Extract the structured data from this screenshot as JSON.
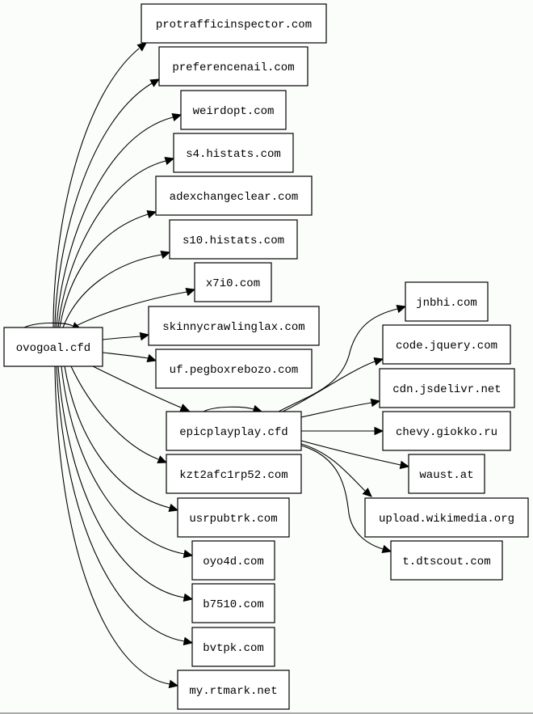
{
  "graph": {
    "root": "ovogoal.cfd",
    "nodes": [
      {
        "id": "ovogoal.cfd",
        "label": "ovogoal.cfd"
      },
      {
        "id": "protrafficinspector.com",
        "label": "protrafficinspector.com"
      },
      {
        "id": "preferencenail.com",
        "label": "preferencenail.com"
      },
      {
        "id": "weirdopt.com",
        "label": "weirdopt.com"
      },
      {
        "id": "s4.histats.com",
        "label": "s4.histats.com"
      },
      {
        "id": "adexchangeclear.com",
        "label": "adexchangeclear.com"
      },
      {
        "id": "s10.histats.com",
        "label": "s10.histats.com"
      },
      {
        "id": "x7i0.com",
        "label": "x7i0.com"
      },
      {
        "id": "skinnycrawlinglax.com",
        "label": "skinnycrawlinglax.com"
      },
      {
        "id": "uf.pegboxrebozo.com",
        "label": "uf.pegboxrebozo.com"
      },
      {
        "id": "epicplayplay.cfd",
        "label": "epicplayplay.cfd"
      },
      {
        "id": "kzt2afc1rp52.com",
        "label": "kzt2afc1rp52.com"
      },
      {
        "id": "usrpubtrk.com",
        "label": "usrpubtrk.com"
      },
      {
        "id": "oyo4d.com",
        "label": "oyo4d.com"
      },
      {
        "id": "b7510.com",
        "label": "b7510.com"
      },
      {
        "id": "bvtpk.com",
        "label": "bvtpk.com"
      },
      {
        "id": "my.rtmark.net",
        "label": "my.rtmark.net"
      },
      {
        "id": "jnbhi.com",
        "label": "jnbhi.com"
      },
      {
        "id": "code.jquery.com",
        "label": "code.jquery.com"
      },
      {
        "id": "cdn.jsdelivr.net",
        "label": "cdn.jsdelivr.net"
      },
      {
        "id": "chevy.giokko.ru",
        "label": "chevy.giokko.ru"
      },
      {
        "id": "waust.at",
        "label": "waust.at"
      },
      {
        "id": "upload.wikimedia.org",
        "label": "upload.wikimedia.org"
      },
      {
        "id": "t.dtscout.com",
        "label": "t.dtscout.com"
      }
    ],
    "edges": [
      {
        "from": "ovogoal.cfd",
        "to": "ovogoal.cfd"
      },
      {
        "from": "ovogoal.cfd",
        "to": "protrafficinspector.com"
      },
      {
        "from": "ovogoal.cfd",
        "to": "preferencenail.com"
      },
      {
        "from": "ovogoal.cfd",
        "to": "weirdopt.com"
      },
      {
        "from": "ovogoal.cfd",
        "to": "s4.histats.com"
      },
      {
        "from": "ovogoal.cfd",
        "to": "adexchangeclear.com"
      },
      {
        "from": "ovogoal.cfd",
        "to": "s10.histats.com"
      },
      {
        "from": "ovogoal.cfd",
        "to": "x7i0.com"
      },
      {
        "from": "ovogoal.cfd",
        "to": "skinnycrawlinglax.com"
      },
      {
        "from": "ovogoal.cfd",
        "to": "uf.pegboxrebozo.com"
      },
      {
        "from": "ovogoal.cfd",
        "to": "epicplayplay.cfd"
      },
      {
        "from": "ovogoal.cfd",
        "to": "kzt2afc1rp52.com"
      },
      {
        "from": "ovogoal.cfd",
        "to": "usrpubtrk.com"
      },
      {
        "from": "ovogoal.cfd",
        "to": "oyo4d.com"
      },
      {
        "from": "ovogoal.cfd",
        "to": "b7510.com"
      },
      {
        "from": "ovogoal.cfd",
        "to": "bvtpk.com"
      },
      {
        "from": "ovogoal.cfd",
        "to": "my.rtmark.net"
      },
      {
        "from": "epicplayplay.cfd",
        "to": "epicplayplay.cfd"
      },
      {
        "from": "epicplayplay.cfd",
        "to": "jnbhi.com"
      },
      {
        "from": "epicplayplay.cfd",
        "to": "code.jquery.com"
      },
      {
        "from": "epicplayplay.cfd",
        "to": "cdn.jsdelivr.net"
      },
      {
        "from": "epicplayplay.cfd",
        "to": "chevy.giokko.ru"
      },
      {
        "from": "epicplayplay.cfd",
        "to": "waust.at"
      },
      {
        "from": "epicplayplay.cfd",
        "to": "upload.wikimedia.org"
      },
      {
        "from": "epicplayplay.cfd",
        "to": "t.dtscout.com"
      }
    ]
  }
}
